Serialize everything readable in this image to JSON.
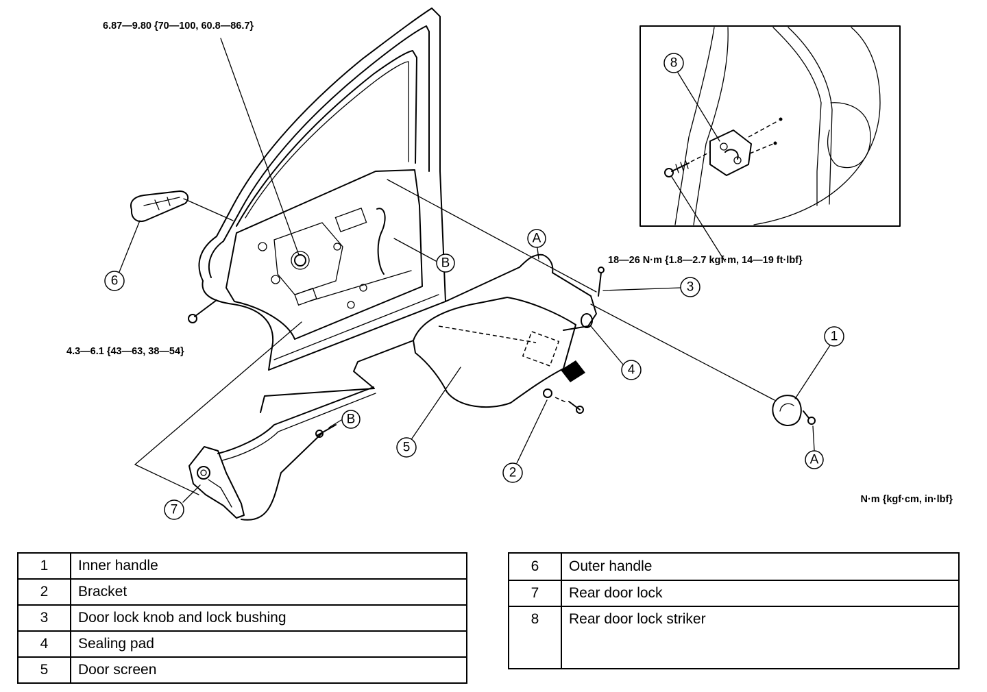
{
  "diagram": {
    "torque_specs": {
      "top_bolt": "6.87—9.80 {70—100, 60.8—86.7}",
      "striker_bolt": "18—26 N·m {1.8—2.7 kgf·m, 14—19 ft·lbf}",
      "handle_bolt": "4.3—6.1 {43—63, 38—54}",
      "units_note": "N·m {kgf·cm, in·lbf}"
    },
    "callouts": [
      "1",
      "2",
      "3",
      "4",
      "5",
      "6",
      "7",
      "8"
    ],
    "reference_marks": {
      "a": "A",
      "b": "B"
    }
  },
  "parts_table": {
    "left": [
      {
        "no": "1",
        "name": "Inner handle"
      },
      {
        "no": "2",
        "name": "Bracket"
      },
      {
        "no": "3",
        "name": "Door lock knob and lock bushing"
      },
      {
        "no": "4",
        "name": "Sealing pad"
      },
      {
        "no": "5",
        "name": "Door screen"
      }
    ],
    "right": [
      {
        "no": "6",
        "name": "Outer handle"
      },
      {
        "no": "7",
        "name": "Rear door lock"
      },
      {
        "no": "8",
        "name": "Rear door lock striker"
      }
    ]
  },
  "colors": {
    "ink": "#000000",
    "paper": "#ffffff"
  }
}
